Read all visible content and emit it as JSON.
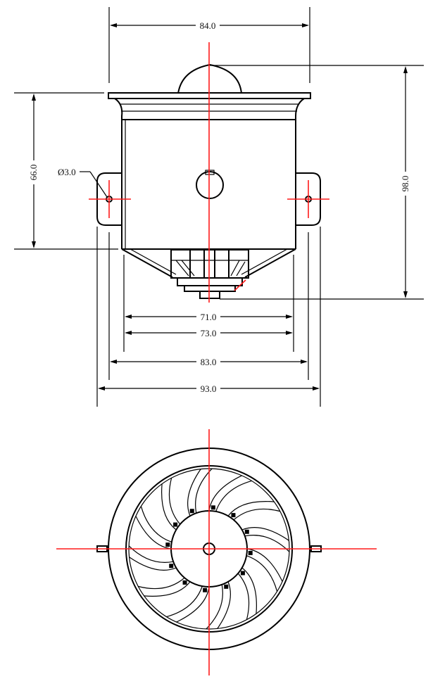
{
  "dimensions": {
    "top_width": "84.0",
    "height_left": "66.0",
    "hole_diameter": "Ø3.0",
    "height_right": "98.0",
    "bottom_71": "71.0",
    "bottom_73": "73.0",
    "bottom_83": "83.0",
    "bottom_93": "93.0"
  },
  "colors": {
    "outline": "#000000",
    "centerline": "#ff1a1a",
    "background": "#ffffff"
  },
  "blade_count": 12
}
